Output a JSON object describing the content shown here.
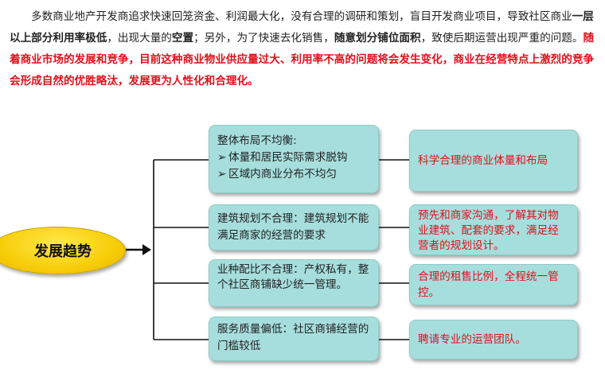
{
  "paragraph": {
    "s1": "多数商业地产开发商追求快速回笼资金、利润最大化，没有合理的调研和策划，盲目开发商业项目，导致社区商业",
    "s2": "一层以上部分利用率极低",
    "s3": "，出现大量的",
    "s4": "空置",
    "s5": "；另外，为了快速去化销售，",
    "s6": "随意划分铺位面积",
    "s7": "，致使后期运营出现严重的问题。",
    "s8": "随着商业市场的发展和竞争，目前这种商业物业供应量过大、利用率不高的问题将会发生变化，商业在经营特点上激烈的竞争会形成自然的优胜略汰，发展更为人性化和合理化。"
  },
  "center": {
    "label": "发展趋势"
  },
  "rows": [
    {
      "problem_title": "整体布局不均衡:",
      "bullets": [
        "体量和居民实际需求脱钩",
        "区域内商业分布不均匀"
      ],
      "solution": "科学合理的商业体量和布局"
    },
    {
      "problem": "建筑规划不合理：建筑规划不能满足商家的经营的要求",
      "solution": "预先和商家沟通，了解其对物业建筑、配套的要求，满足经营者的规划设计。"
    },
    {
      "problem": "业种配比不合理：产权私有，整个社区商铺缺少统一管理。",
      "solution": "合理的租售比例，全程统一管控。"
    },
    {
      "problem": "服务质量偏低：社区商铺经营的门槛较低",
      "solution": "聘请专业的运营团队。"
    }
  ],
  "bullet_symbol": "➢",
  "colors": {
    "accent_red": "#e0101a",
    "box_fill": "#a6dedd",
    "oval_fill": "#f7cd08"
  }
}
